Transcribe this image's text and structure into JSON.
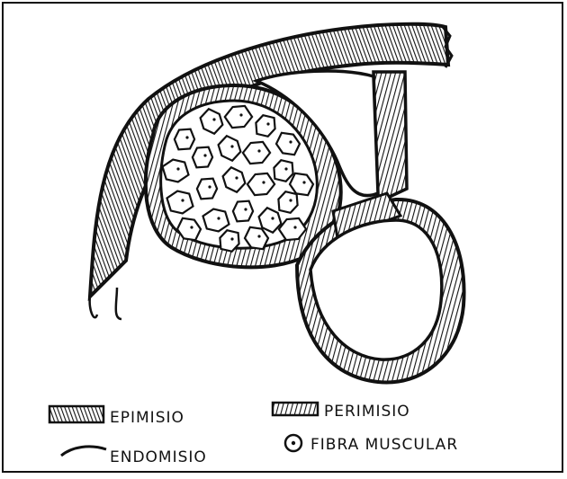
{
  "legend": {
    "epimisio": "EPIMISIO",
    "perimisio": "PERIMISIO",
    "endomisio": "ENDOMISIO",
    "fibra": "FIBRA MUSCULAR"
  },
  "colors": {
    "ink": "#111111",
    "paper": "#ffffff"
  },
  "icons": [
    "epimisio-hatch-icon",
    "perimisio-hatch-icon",
    "endomisio-line-icon",
    "fibra-circle-icon"
  ]
}
